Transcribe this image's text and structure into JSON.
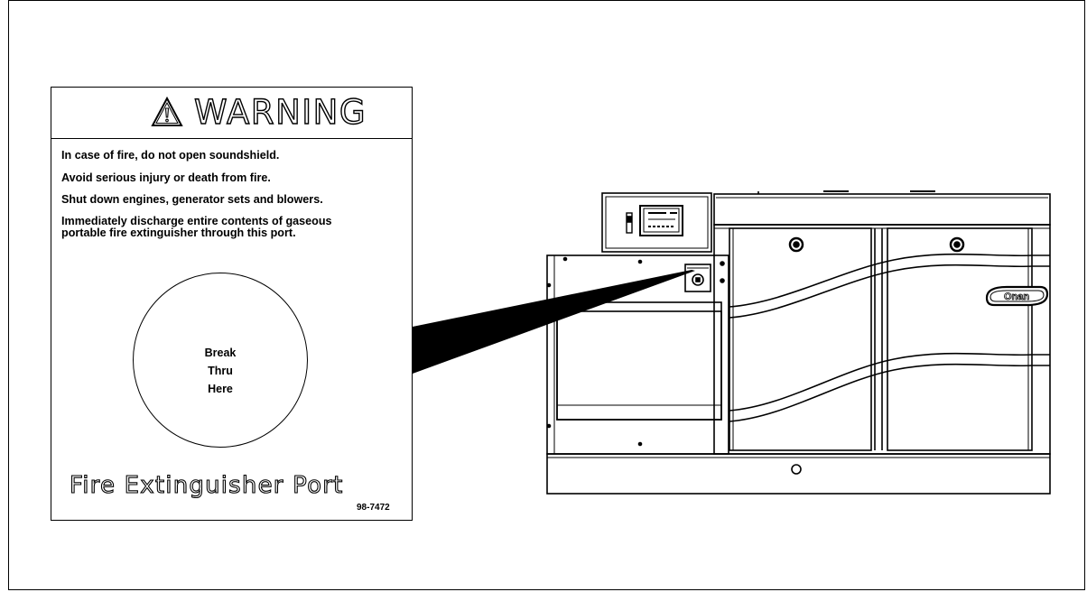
{
  "label": {
    "title": "WARNING",
    "lines": [
      "In case of fire, do not open soundshield.",
      "Avoid serious injury or death from fire.",
      "Shut down engines, generator sets and blowers.",
      "Immediately discharge entire contents of gaseous",
      "portable fire extinguisher through this port."
    ],
    "break_text": [
      "Break",
      "Thru",
      "Here"
    ],
    "port_title": "Fire Extinguisher Port",
    "part_number": "98-7472"
  },
  "generator": {
    "logo_text": "Onan"
  }
}
